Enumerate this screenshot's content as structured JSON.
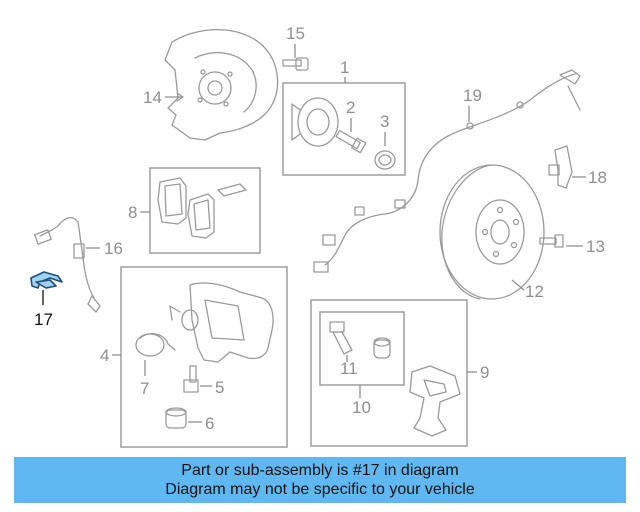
{
  "callouts": {
    "p1": "1",
    "p2": "2",
    "p3": "3",
    "p4": "4",
    "p5": "5",
    "p6": "6",
    "p7": "7",
    "p8": "8",
    "p9": "9",
    "p10": "10",
    "p11": "11",
    "p12": "12",
    "p13": "13",
    "p14": "14",
    "p15": "15",
    "p16": "16",
    "p17": "17",
    "p18": "18",
    "p19": "19"
  },
  "highlighted_part": "17",
  "banner": {
    "line1": "Part or sub-assembly is #17 in diagram",
    "line2": "Diagram may not be specific to your vehicle"
  },
  "colors": {
    "banner_bg": "#5fb8f2",
    "highlight_fill": "#9fd3f2",
    "highlight_stroke": "#1e4e7a",
    "line_gray": "#9a9a9a"
  }
}
